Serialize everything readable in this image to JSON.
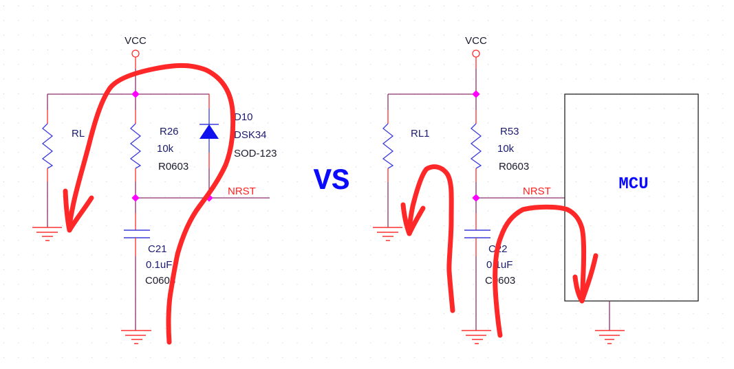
{
  "colors": {
    "wire": "#8b2f6a",
    "pin": "#ff2b2b",
    "part": "#3a3adc",
    "junction": "#ff00ff",
    "ground": "#ff3030",
    "label": "#1a1a6e",
    "netlabel": "#ff2020",
    "title": "#0a0aff",
    "annotation": "#ff2828",
    "grid": "#c8c8c8",
    "box": "#222222"
  },
  "left_circuit": {
    "power_label": "VCC",
    "load": {
      "ref": "RL"
    },
    "pullup": {
      "ref": "R26",
      "value": "10k",
      "footprint": "R0603"
    },
    "diode": {
      "ref": "D10",
      "value": "DSK34",
      "footprint": "SOD-123"
    },
    "capacitor": {
      "ref": "C21",
      "value": "0.1uF",
      "footprint": "C0603"
    },
    "net_label": "NRST"
  },
  "comparison_label": "VS",
  "right_circuit": {
    "power_label": "VCC",
    "load": {
      "ref": "RL1"
    },
    "pullup": {
      "ref": "R53",
      "value": "10k",
      "footprint": "R0603"
    },
    "capacitor": {
      "ref": "C22",
      "value": "0.1uF",
      "footprint": "C0603"
    },
    "net_label": "NRST",
    "chip_label": "MCU"
  }
}
